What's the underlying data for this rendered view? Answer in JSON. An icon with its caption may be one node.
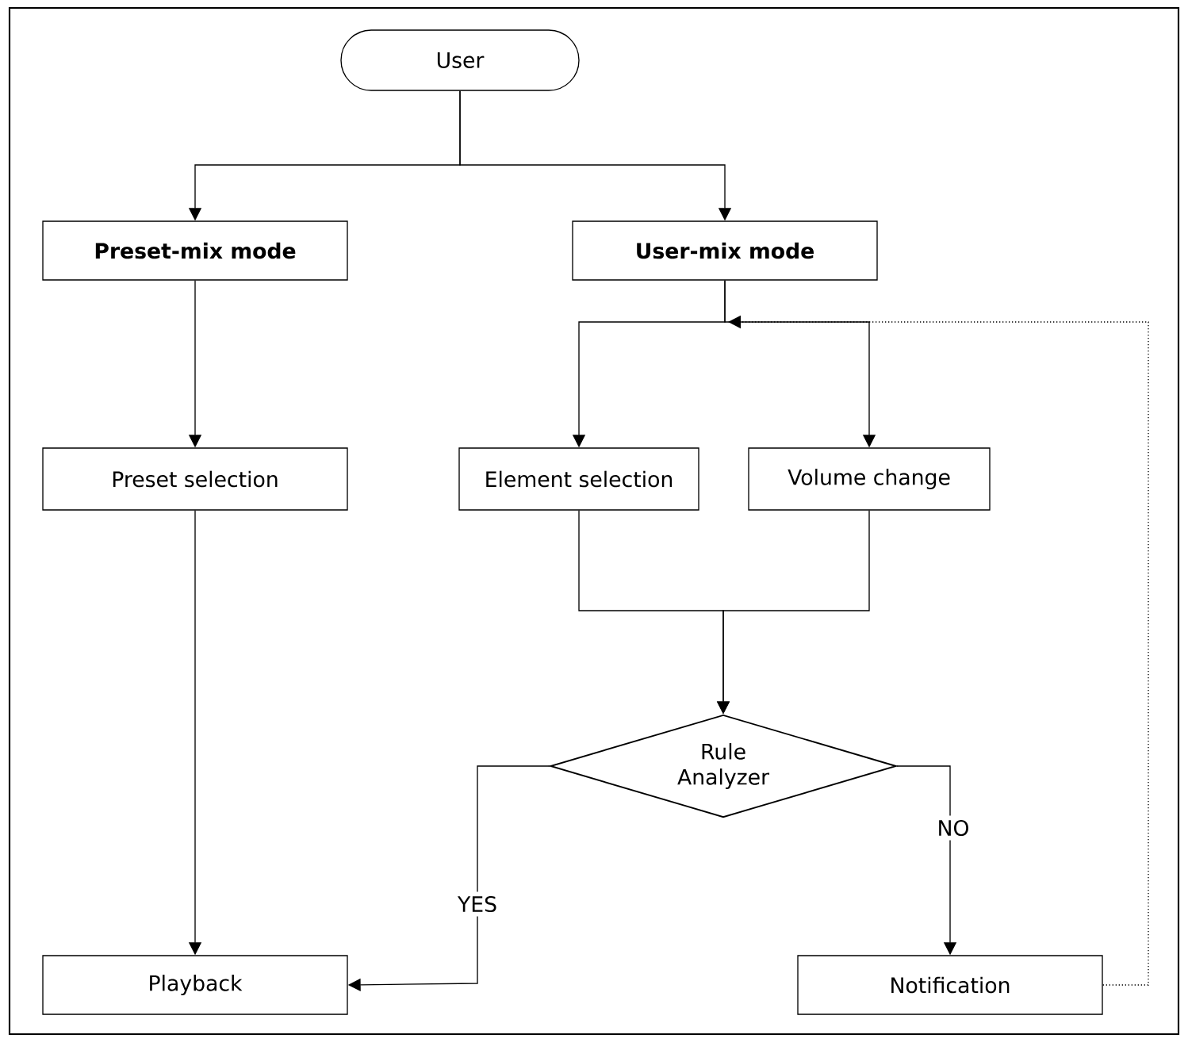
{
  "diagram": {
    "nodes": [
      {
        "text": [
          "User"
        ]
      },
      {
        "text": [
          "Preset-mix mode"
        ]
      },
      {
        "text": [
          "User-mix mode"
        ]
      },
      {
        "text": [
          "Preset selection"
        ]
      },
      {
        "text": [
          "Element selection"
        ]
      },
      {
        "text": [
          "Volume change"
        ]
      },
      {
        "text": [
          "Rule Analyzer"
        ]
      },
      {
        "text": [
          "Playback"
        ]
      },
      {
        "text": [
          "Notification"
        ]
      }
    ],
    "edges": [
      {
        "from": 0,
        "to": 1,
        "arrow": "to"
      },
      {
        "from": 0,
        "to": 2,
        "arrow": "to"
      },
      {
        "from": 1,
        "to": 3,
        "arrow": "to"
      },
      {
        "from": 2,
        "to": 4,
        "arrow": "to"
      },
      {
        "from": 2,
        "to": 5,
        "arrow": "to"
      },
      {
        "from": 4,
        "to": 6,
        "arrow": "to"
      },
      {
        "from": 5,
        "to": 6,
        "arrow": "to"
      },
      {
        "from": 3,
        "to": 7,
        "arrow": "to"
      },
      {
        "from": 6,
        "to": 7,
        "arrow": "to",
        "label": "YES"
      },
      {
        "from": 6,
        "to": 8,
        "arrow": "to",
        "label": "NO"
      },
      {
        "from": 8,
        "to": 2,
        "arrow": "to",
        "style": "dashed"
      }
    ]
  }
}
